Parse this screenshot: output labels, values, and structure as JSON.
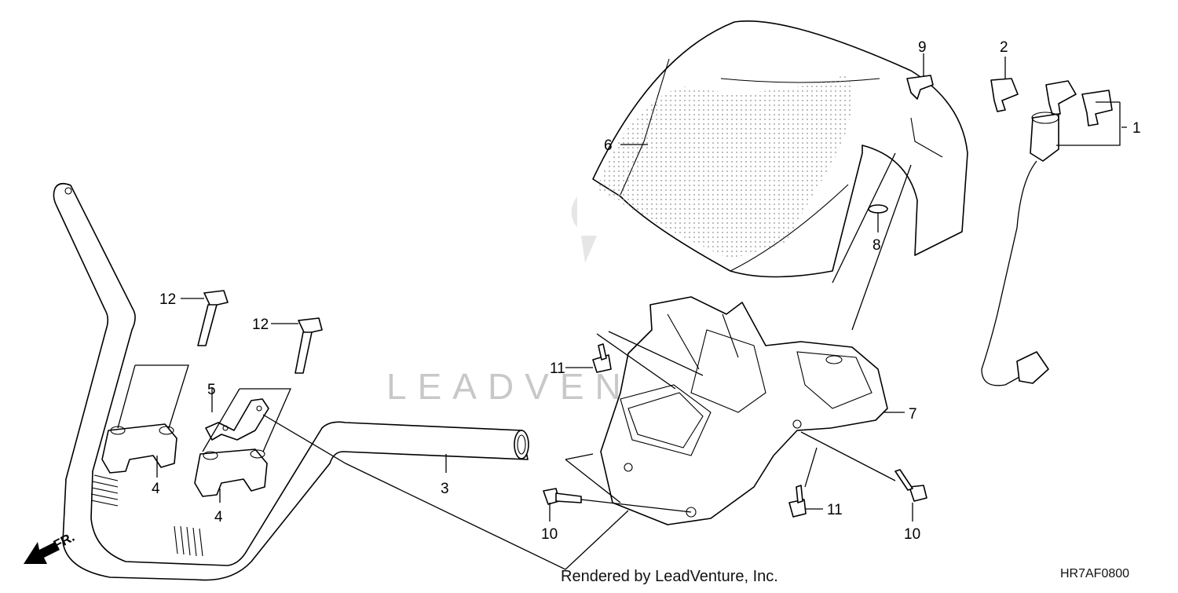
{
  "diagram": {
    "callouts": [
      {
        "id": "c1",
        "label": "1"
      },
      {
        "id": "c2",
        "label": "2"
      },
      {
        "id": "c3",
        "label": "3"
      },
      {
        "id": "c4a",
        "label": "4"
      },
      {
        "id": "c4b",
        "label": "4"
      },
      {
        "id": "c5",
        "label": "5"
      },
      {
        "id": "c6",
        "label": "6"
      },
      {
        "id": "c7",
        "label": "7"
      },
      {
        "id": "c8",
        "label": "8"
      },
      {
        "id": "c9",
        "label": "9"
      },
      {
        "id": "c10a",
        "label": "10"
      },
      {
        "id": "c10b",
        "label": "10"
      },
      {
        "id": "c11a",
        "label": "11"
      },
      {
        "id": "c11b",
        "label": "11"
      },
      {
        "id": "c12a",
        "label": "12"
      },
      {
        "id": "c12b",
        "label": "12"
      }
    ],
    "front_indicator": "FR.",
    "watermark": "LEADVENTURE",
    "footer_credit": "Rendered by LeadVenture, Inc.",
    "diagram_code": "HR7AF0800"
  }
}
